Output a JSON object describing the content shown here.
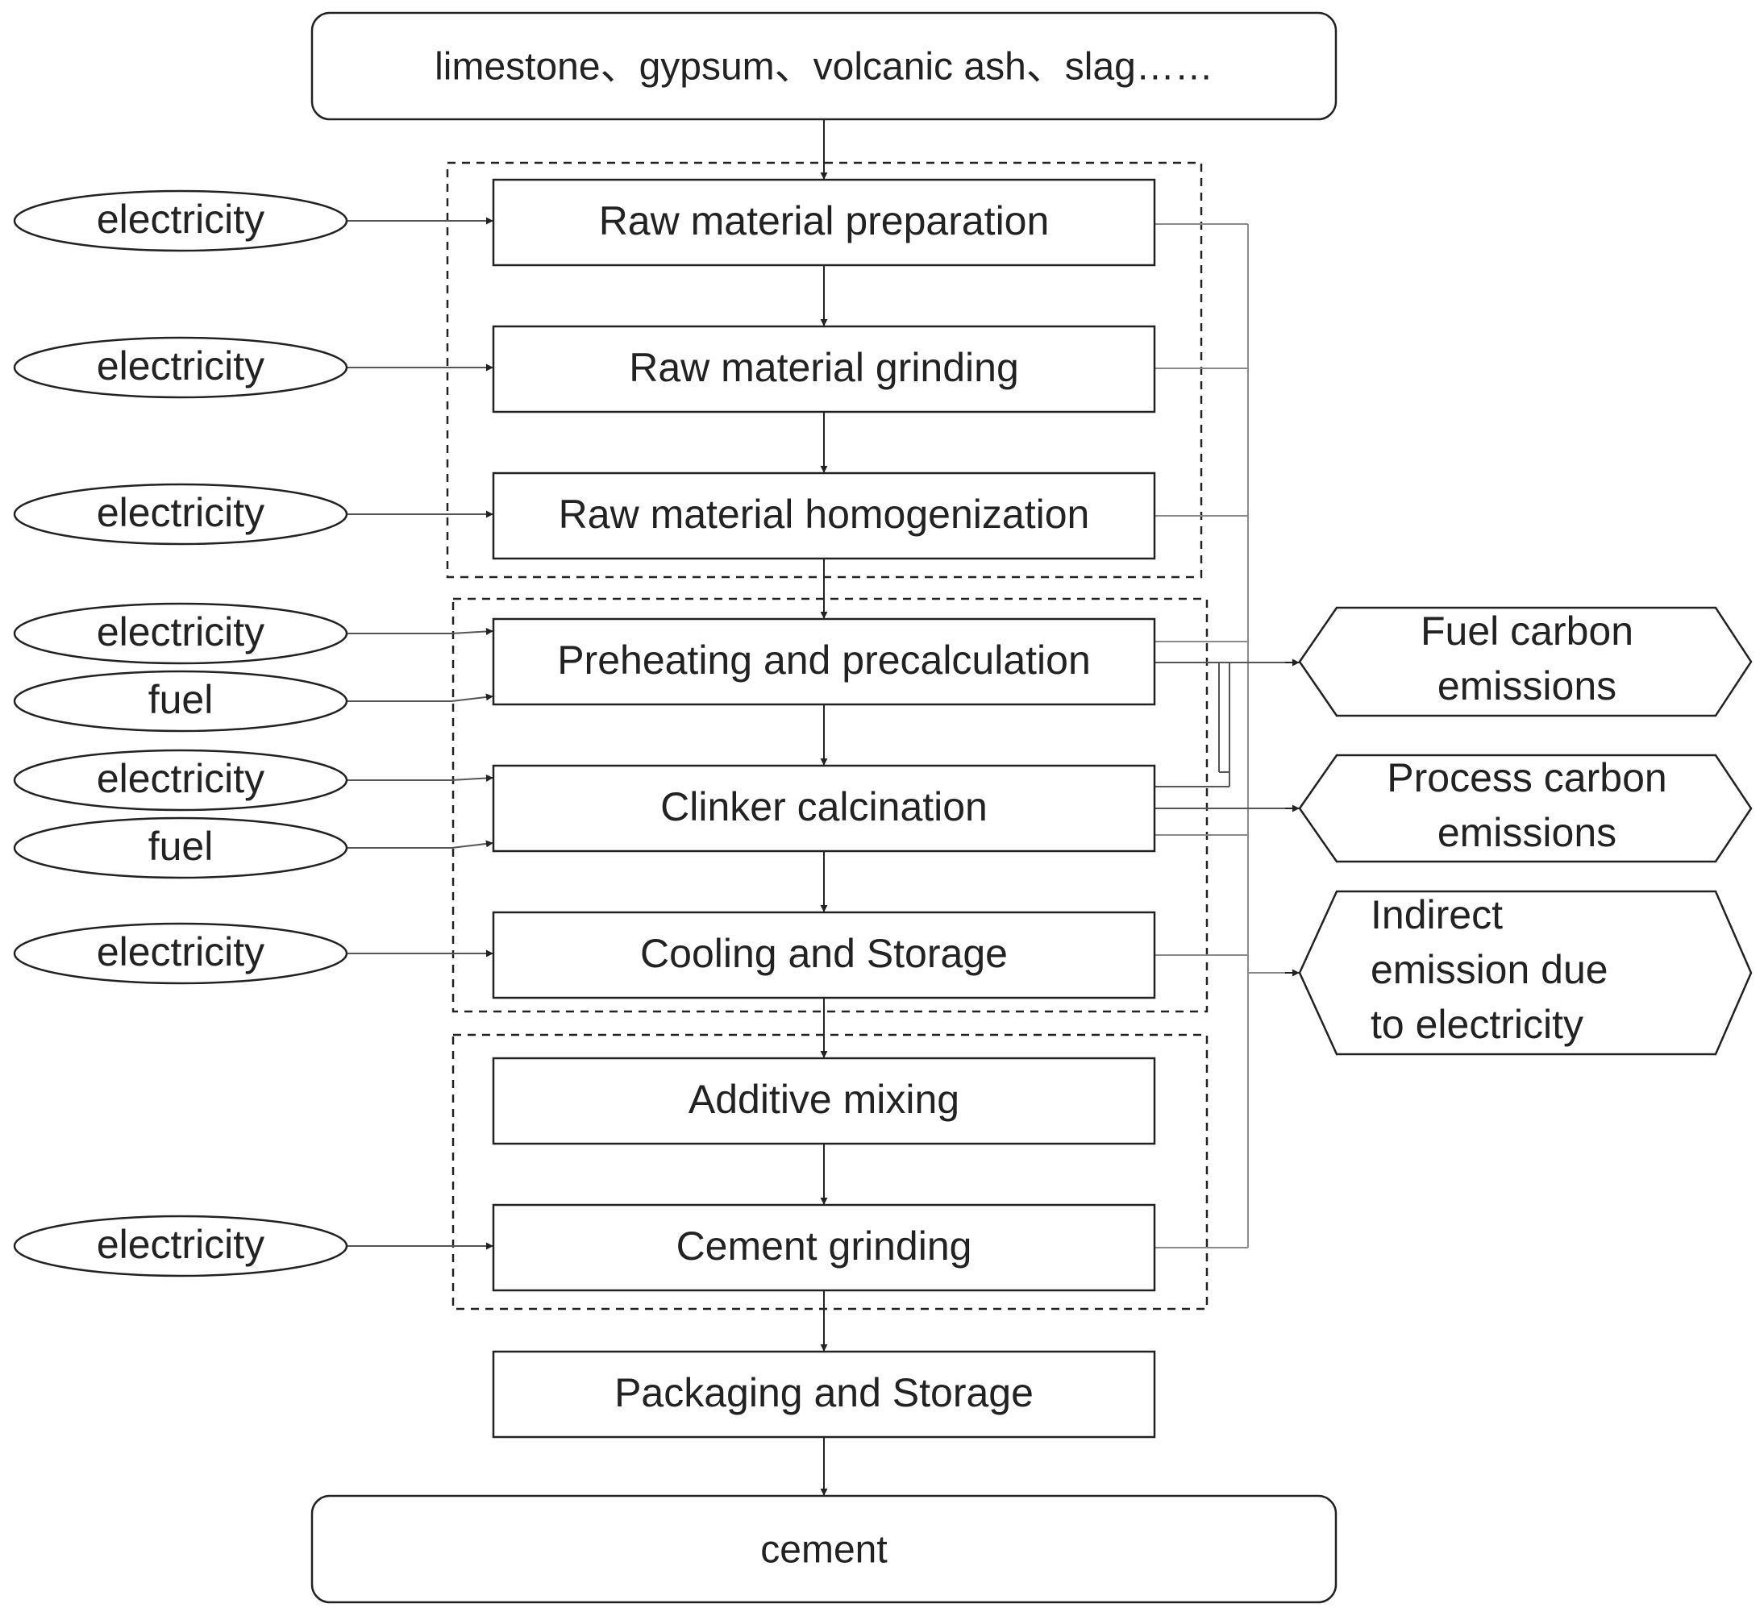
{
  "input": {
    "label": "limestone、gypsum、volcanic ash、slag……"
  },
  "steps": [
    {
      "id": "raw-material-preparation",
      "label": "Raw material preparation"
    },
    {
      "id": "raw-material-grinding",
      "label": "Raw material grinding"
    },
    {
      "id": "raw-material-homogenization",
      "label": "Raw material homogenization"
    },
    {
      "id": "preheating-and-precalculation",
      "label": "Preheating and precalculation"
    },
    {
      "id": "clinker-calcination",
      "label": "Clinker calcination"
    },
    {
      "id": "cooling-and-storage",
      "label": "Cooling and Storage"
    },
    {
      "id": "additive-mixing",
      "label": "Additive mixing"
    },
    {
      "id": "cement-grinding",
      "label": "Cement grinding"
    },
    {
      "id": "packaging-and-storage",
      "label": "Packaging and Storage"
    }
  ],
  "output": {
    "label": "cement"
  },
  "energy_inputs": [
    {
      "label": "electricity",
      "target": "raw-material-preparation"
    },
    {
      "label": "electricity",
      "target": "raw-material-grinding"
    },
    {
      "label": "electricity",
      "target": "raw-material-homogenization"
    },
    {
      "label": "electricity",
      "target": "preheating-and-precalculation"
    },
    {
      "label": "fuel",
      "target": "preheating-and-precalculation"
    },
    {
      "label": "electricity",
      "target": "clinker-calcination"
    },
    {
      "label": "fuel",
      "target": "clinker-calcination"
    },
    {
      "label": "electricity",
      "target": "cooling-and-storage"
    },
    {
      "label": "electricity",
      "target": "cement-grinding"
    }
  ],
  "emissions": [
    {
      "id": "fuel-carbon-emissions",
      "lines": [
        "Fuel carbon",
        "emissions"
      ]
    },
    {
      "id": "process-carbon-emissions",
      "lines": [
        "Process carbon",
        "emissions"
      ]
    },
    {
      "id": "indirect-emission-electricity",
      "lines": [
        "Indirect",
        "emission due",
        "to electricity"
      ]
    }
  ],
  "colors": {
    "line": "#222222",
    "connector": "#8a8a8a",
    "background": "#ffffff"
  }
}
